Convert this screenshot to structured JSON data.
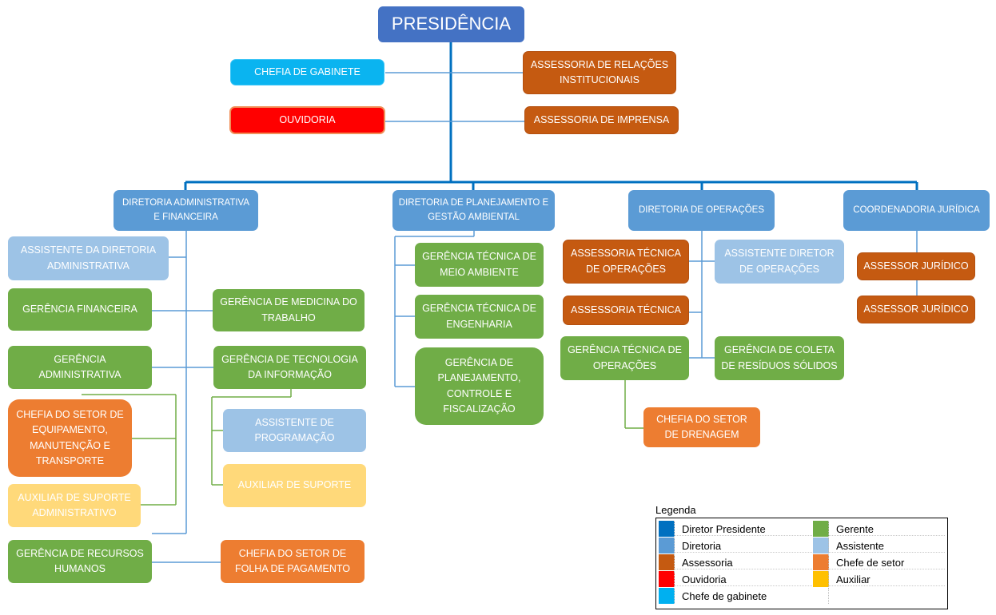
{
  "title": "PRESIDÊNCIA",
  "staff": {
    "chefia_gabinete": "CHEFIA DE GABINETE",
    "ouvidoria": "OUVIDORIA",
    "ass_relacoes": "ASSESSORIA DE RELAÇÕES INSTITUCIONAIS",
    "ass_imprensa": "ASSESSORIA DE IMPRENSA"
  },
  "dir_adm": {
    "title": "DIRETORIA ADMINISTRATIVA E FINANCEIRA",
    "assistente": "ASSISTENTE DA DIRETORIA ADMINISTRATIVA",
    "ger_financeira": "GERÊNCIA FINANCEIRA",
    "ger_medicina": "GERÊNCIA DE MEDICINA DO TRABALHO",
    "ger_administrativa": "GERÊNCIA ADMINISTRATIVA",
    "ger_ti": "GERÊNCIA DE TECNOLOGIA DA INFORMAÇÃO",
    "chefia_equipamento": "CHEFIA DO SETOR DE EQUIPAMENTO, MANUTENÇÃO E TRANSPORTE",
    "aux_suporte_adm": "AUXILIAR DE SUPORTE ADMINISTRATIVO",
    "assist_programacao": "ASSISTENTE DE PROGRAMAÇÃO",
    "aux_suporte": "AUXILIAR DE SUPORTE",
    "ger_rh": "GERÊNCIA  DE RECURSOS HUMANOS",
    "chefia_folha": "CHEFIA DO SETOR DE FOLHA DE PAGAMENTO"
  },
  "dir_plan": {
    "title": "DIRETORIA DE PLANEJAMENTO E GESTÃO AMBIENTAL",
    "ger_meio": "GERÊNCIA TÉCNICA DE MEIO AMBIENTE",
    "ger_eng": "GERÊNCIA TÉCNICA DE ENGENHARIA",
    "ger_plan": "GERÊNCIA DE PLANEJAMENTO, CONTROLE E FISCALIZAÇÃO"
  },
  "dir_op": {
    "title": "DIRETORIA DE OPERAÇÕES",
    "ass_tec_op": "ASSESSORIA TÉCNICA DE OPERAÇÕES",
    "assist_dir_op": "ASSISTENTE DIRETOR DE OPERAÇÕES",
    "ass_tec": "ASSESSORIA TÉCNICA",
    "ger_tec_op": "GERÊNCIA TÉCNICA DE OPERAÇÕES",
    "ger_coleta": "GERÊNCIA DE COLETA DE RESÍDUOS SÓLIDOS",
    "chefia_drenagem": "CHEFIA DO SETOR DE DRENAGEM"
  },
  "coord_jur": {
    "title": "COORDENADORIA JURÍDICA",
    "assessor1": "ASSESSOR JURÍDICO",
    "assessor2": "ASSESSOR JURÍDICO"
  },
  "legend": {
    "title": "Legenda",
    "items": [
      {
        "label": "Diretor Presidente",
        "color": "#0070c0"
      },
      {
        "label": "Gerente",
        "color": "#70ad47"
      },
      {
        "label": "Diretoria",
        "color": "#5b9bd5"
      },
      {
        "label": "Assistente",
        "color": "#9dc3e6"
      },
      {
        "label": "Assessoria",
        "color": "#c55a11"
      },
      {
        "label": "Chefe de setor",
        "color": "#ed7d31"
      },
      {
        "label": "Ouvidoria",
        "color": "#ff0000"
      },
      {
        "label": "Auxiliar",
        "color": "#ffc000"
      },
      {
        "label": "Chefe de gabinete",
        "color": "#00b0f0"
      }
    ]
  },
  "colors": {
    "main_connector": "#0070c0",
    "blue_connector": "#5b9bd5",
    "green_connector": "#70ad47"
  }
}
